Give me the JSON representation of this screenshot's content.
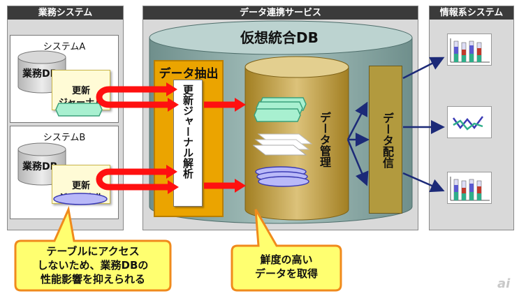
{
  "panels": {
    "business": "業務システム",
    "integration": "データ連携サービス",
    "info": "情報系システム"
  },
  "system_a": {
    "name": "システムA",
    "db": "業務DB",
    "note": "更新\nジャーナル"
  },
  "system_b": {
    "name": "システムB",
    "db": "業務DB",
    "note": "更新\nジャーナル"
  },
  "virtual_db": "仮想統合DB",
  "extract": {
    "title": "データ抽出",
    "analysis": "更新ジャーナル解析"
  },
  "manage": "データ管理",
  "deliver": "データ配信",
  "callout_left": [
    "テーブルにアクセス",
    "しないため、業務DBの",
    "性能影響を抑えられる"
  ],
  "callout_right": [
    "鮮度の高い",
    "データを取得"
  ],
  "watermark": "ai",
  "colors": {
    "arrow_red": "#ff1010",
    "arrow_navy": "#1c2a78",
    "extract_orange": "#eba400",
    "olive": "#b7962f",
    "callout_orange": "#f08a1c"
  }
}
